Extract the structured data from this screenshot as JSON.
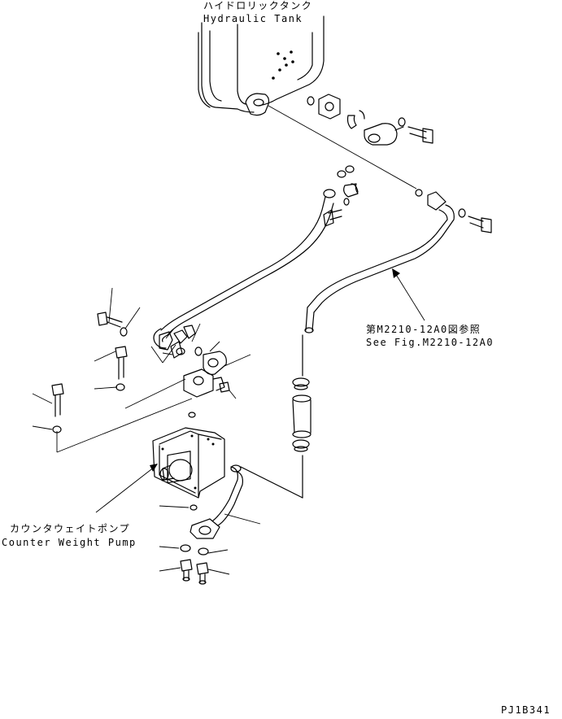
{
  "labels": {
    "hydraulic_tank_jp": "ハイドロリックタンク",
    "hydraulic_tank_en": "Hydraulic Tank",
    "ref_jp": "第M2210-12A0図参照",
    "ref_en": "See Fig.M2210-12A0",
    "pump_jp": "カウンタウェイトポンプ",
    "pump_en": "Counter Weight Pump",
    "diagram_code": "PJ1B341"
  },
  "colors": {
    "line": "#000000",
    "background": "#ffffff"
  }
}
